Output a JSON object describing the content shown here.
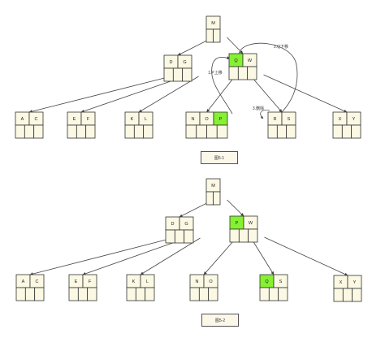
{
  "colors": {
    "node_fill": "#fbf8e4",
    "highlight": "#86f032",
    "stroke": "#333333",
    "edge": "#444444"
  },
  "diagram1": {
    "caption": "图5-1",
    "nodes": [
      {
        "id": "d1-root",
        "keys": [
          "M"
        ]
      },
      {
        "id": "d1-dg",
        "keys": [
          "D",
          "G"
        ]
      },
      {
        "id": "d1-qw",
        "keys": [
          "Q",
          "W"
        ],
        "highlight": [
          0
        ]
      },
      {
        "id": "d1-ac",
        "keys": [
          "A",
          "C"
        ]
      },
      {
        "id": "d1-ef",
        "keys": [
          "E",
          "F"
        ]
      },
      {
        "id": "d1-kl",
        "keys": [
          "K",
          "L"
        ]
      },
      {
        "id": "d1-nop",
        "keys": [
          "N",
          "O",
          "P"
        ],
        "highlight": [
          2
        ]
      },
      {
        "id": "d1-rs",
        "keys": [
          "R",
          "S"
        ]
      },
      {
        "id": "d1-xy",
        "keys": [
          "X",
          "Y"
        ]
      }
    ],
    "annotations": [
      {
        "id": "step-q-down",
        "text": "2.Q下移"
      },
      {
        "id": "step-p-up",
        "text": "1.P上移"
      },
      {
        "id": "step-delete",
        "text": "3.删除"
      }
    ]
  },
  "diagram2": {
    "caption": "图5-2",
    "nodes": [
      {
        "id": "d2-root",
        "keys": [
          "M"
        ]
      },
      {
        "id": "d2-dg",
        "keys": [
          "D",
          "G"
        ]
      },
      {
        "id": "d2-pw",
        "keys": [
          "P",
          "W"
        ],
        "highlight": [
          0
        ]
      },
      {
        "id": "d2-ac",
        "keys": [
          "A",
          "C"
        ]
      },
      {
        "id": "d2-ef",
        "keys": [
          "E",
          "F"
        ]
      },
      {
        "id": "d2-kl",
        "keys": [
          "K",
          "L"
        ]
      },
      {
        "id": "d2-no",
        "keys": [
          "N",
          "O"
        ]
      },
      {
        "id": "d2-qs",
        "keys": [
          "Q",
          "S"
        ],
        "highlight": [
          0
        ]
      },
      {
        "id": "d2-xy",
        "keys": [
          "X",
          "Y"
        ]
      }
    ]
  }
}
